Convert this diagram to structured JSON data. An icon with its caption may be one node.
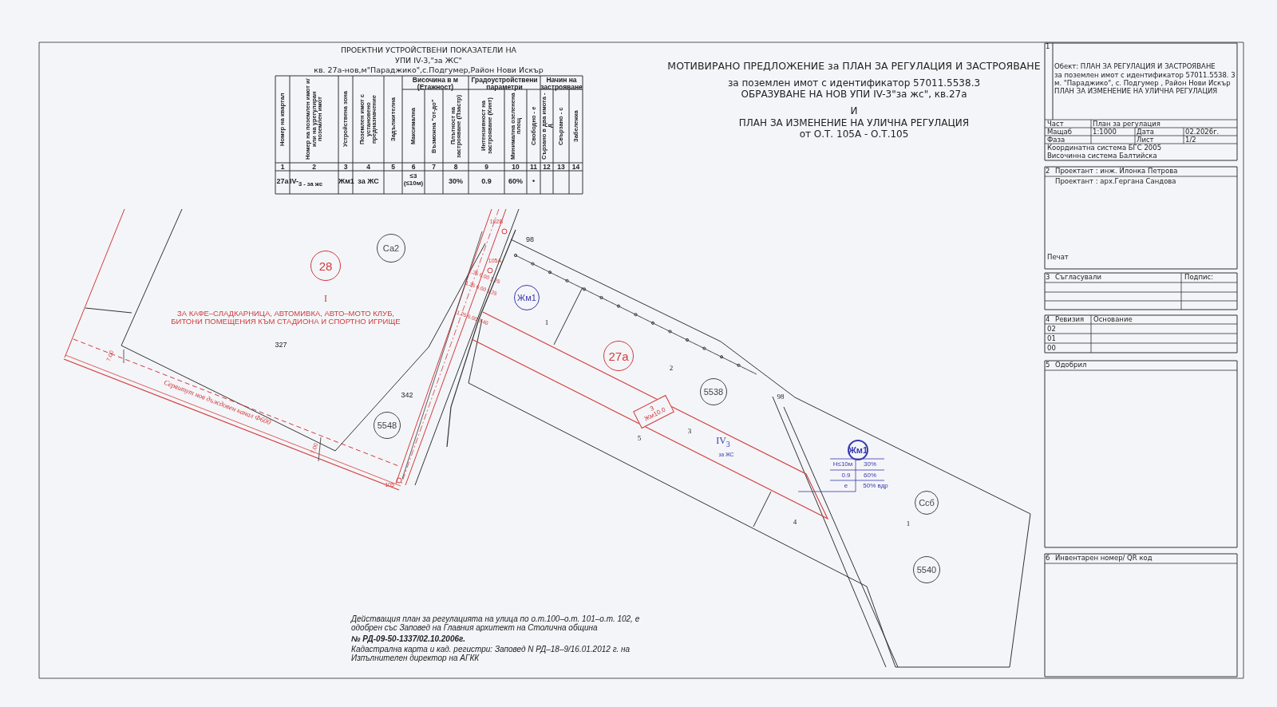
{
  "diagram": {
    "title": "МОТИВИРАНО  ПРЕДЛОЖЕНИЕ за ПЛАН ЗА РЕГУЛАЦИЯ И ЗАСТРОЯВАНЕ",
    "nodes": [
      {
        "text": [
          "Са2"
        ]
      },
      {
        "text": [
          "28"
        ]
      },
      {
        "text": [
          "Жм1"
        ]
      },
      {
        "text": [
          "27а"
        ]
      },
      {
        "text": [
          "5538"
        ]
      },
      {
        "text": [
          "5548"
        ]
      },
      {
        "text": [
          "Жм1"
        ]
      },
      {
        "text": [
          "Ссб"
        ]
      },
      {
        "text": [
          "5540"
        ]
      },
      {
        "text": [
          "3",
          "Жм10.0"
        ]
      }
    ],
    "labels": [
      "ПРОЕКТНИ УСТРОЙСТВЕНИ ПОКАЗАТЕЛИ НА",
      "УПИ IV-3,\"за ЖС\"",
      "кв. 27а-нов,м\"Параджико\",с.Подгумер,Район Нови Искър",
      "Височина в м (Етажност)",
      "Градоустройствени параметри",
      "Начин на застрояване",
      "Номер на квартал",
      "Номер на поземлен имот и/или на урегулиран поземлен имот",
      "Устройствена зона",
      "Поземлен имот с установено предназначение",
      "Задължителна",
      "Максимална",
      "Възможна \"от-до\"",
      "Плътност на застрояване (Пзастр)",
      "Интензивност на застрояване (Кинт)",
      "Минимална озеленена площ",
      "Свободно - е",
      "Сързано в два имота - д",
      "Свързано - с",
      "Забележка",
      "1",
      "2",
      "3",
      "4",
      "5",
      "6",
      "7",
      "8",
      "9",
      "10",
      "11",
      "12",
      "13",
      "14",
      "27а",
      "IV-$_{3 - за жс}$",
      "Жм1",
      "за ЖС",
      "≤3 (≤10м)",
      "30%",
      "0.9",
      "60%",
      "•",
      "за поземлен имот с идентификатор 57011.5538.3",
      "ОБРАЗУВАНЕ НА НОВ УПИ IV-3\"за жс\", кв.27а",
      "И",
      "ПЛАН ЗА ИЗМЕНЕНИЕ НА УЛИЧНА РЕГУЛАЦИЯ",
      "от О.Т. 105А  - О.Т.105",
      "1",
      "Обект: ПЛАН ЗА РЕГУЛАЦИЯ И ЗАСТРОЯВАНЕ",
      "за поземлен имот с идентификатор 57011.5538. 3",
      "м. \"Параджико\", с. Подгумер , Район Нови Искър",
      "ПЛАН ЗА ИЗМЕНЕНИЕ НА УЛИЧНА РЕГУЛАЦИЯ",
      "Част",
      "План за регулация",
      "Мащаб",
      "1:1000",
      "Дата",
      "02.2026г.",
      "Фаза",
      "Лист",
      "1/2",
      "Координатна система  БГС 2005",
      "Височинна система Балтийска",
      "2",
      "Проектант : инж. Илонка Петрова",
      "Проектант : арх.Гергана Сандова",
      "Печат",
      "3",
      "Съгласували",
      "Подпис:",
      "4",
      "Ревизия",
      "Основание",
      "02",
      "01",
      "00",
      "5",
      "Одобрил",
      "6",
      "Инвентарен номер/ QR код",
      "I",
      "ЗА КАФЕ–СЛАДКАРНИЦА, АВТОМИВКА, АВТО–МОТО КЛУБ, БИТОНИ ПОМЕЩЕНИЯ КЪМ СТАДИОНА И СПОРТНО ИГРИЩЕ",
      "327",
      "342",
      "Сервитут нов дъждовен канал Ф600",
      "7.00",
      "7.00",
      "102В",
      "98",
      "105А",
      "1.25 6.00 1.25",
      "1.25 6.00 1.25",
      "1.25 6.00 3.40",
      "105",
      "1",
      "2",
      "3",
      "5",
      "4",
      "98",
      "IV$_{3}$",
      "за ЖС",
      "1",
      "Н≤10м",
      "30%",
      "0.9",
      "60%",
      "е",
      "50% вдр",
      "Действащия план за регулацията на улица по о.т.100–о.т. 101–о.т. 102, е одобрен със Заповед на Главния архитект на Столична община",
      "№ РД-09-50-1337/02.10.2006г.",
      "Кадастрална карта и кад. регистри: Заповед N РД–18–9/16.01.2012 г. на Изпълнителен директор на АГКК"
    ]
  }
}
